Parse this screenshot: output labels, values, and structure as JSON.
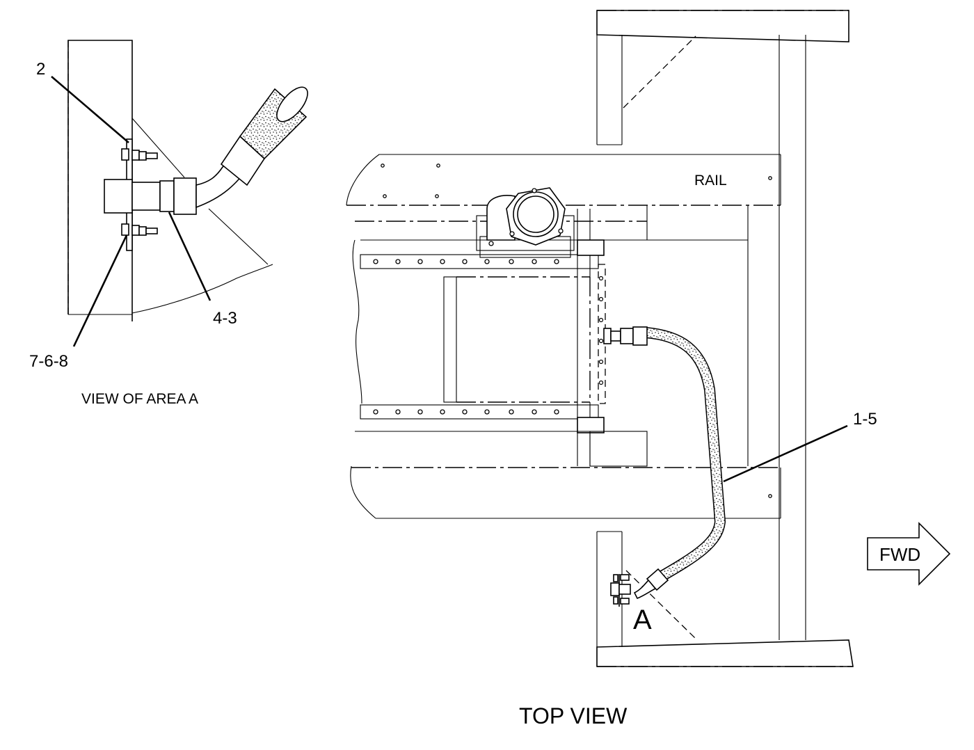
{
  "labels": {
    "callout_2": "2",
    "callout_4_3": "4-3",
    "callout_7_6_8": "7-6-8",
    "callout_1_5": "1-5",
    "view_of_area": "VIEW OF AREA  A",
    "rail": "RAIL",
    "area_marker": "A",
    "fwd": "FWD",
    "top_view": "TOP VIEW"
  }
}
